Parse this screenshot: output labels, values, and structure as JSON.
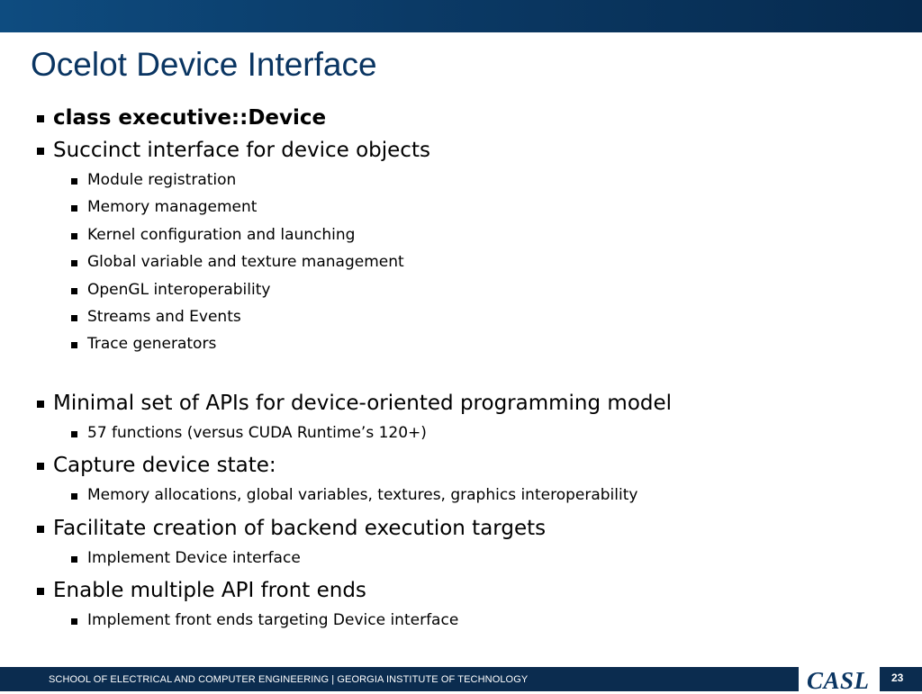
{
  "slide": {
    "title": "Ocelot Device Interface",
    "bullets": [
      {
        "text": "class executive::Device",
        "bold": true
      },
      {
        "text": "Succinct interface for device objects"
      },
      {
        "text": "Module registration"
      },
      {
        "text": "Memory management"
      },
      {
        "text": "Kernel configuration and launching"
      },
      {
        "text": "Global variable and texture management"
      },
      {
        "text": "OpenGL interoperability"
      },
      {
        "text": "Streams and Events"
      },
      {
        "text": "Trace generators"
      },
      {
        "text": "Minimal set of APIs for device-oriented programming model"
      },
      {
        "text": "57 functions (versus CUDA Runtime’s 120+)"
      },
      {
        "text": "Capture device state:"
      },
      {
        "text": "Memory allocations, global variables, textures, graphics interoperability"
      },
      {
        "text": "Facilitate creation of backend execution targets"
      },
      {
        "text": "Implement Device interface"
      },
      {
        "text": "Enable multiple API front ends"
      },
      {
        "text": "Implement front ends targeting Device interface"
      }
    ]
  },
  "footer": {
    "text": "SCHOOL OF ELECTRICAL AND COMPUTER ENGINEERING | GEORGIA INSTITUTE OF TECHNOLOGY",
    "logo": "CASL",
    "page_number": "23"
  },
  "colors": {
    "title": "#0a3562",
    "band": "#0b3a66",
    "footer_bg": "#0b2c4f"
  }
}
